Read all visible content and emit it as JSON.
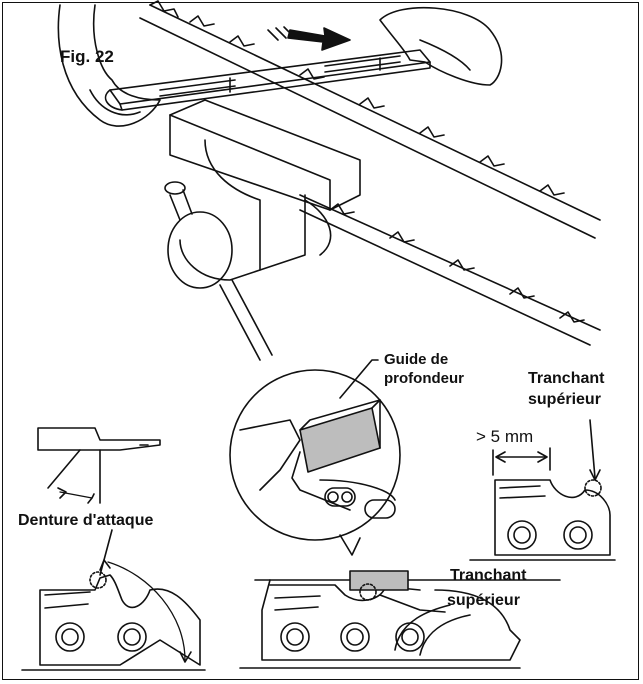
{
  "figure": {
    "label": "Fig. 22"
  },
  "labels": {
    "depth_gauge_line1": "Guide de",
    "depth_gauge_line2": "profondeur",
    "top_cutter_right_line1": "Tranchant",
    "top_cutter_right_line2": "supérieur",
    "distance": "> 5 mm",
    "leading_tooth": "Denture d'attaque",
    "top_cutter_center_line1": "Tranchant",
    "top_cutter_center_line2": "supérieur"
  },
  "colors": {
    "line": "#111111",
    "gauge_fill": "#bdbdbd",
    "background": "#ffffff"
  }
}
